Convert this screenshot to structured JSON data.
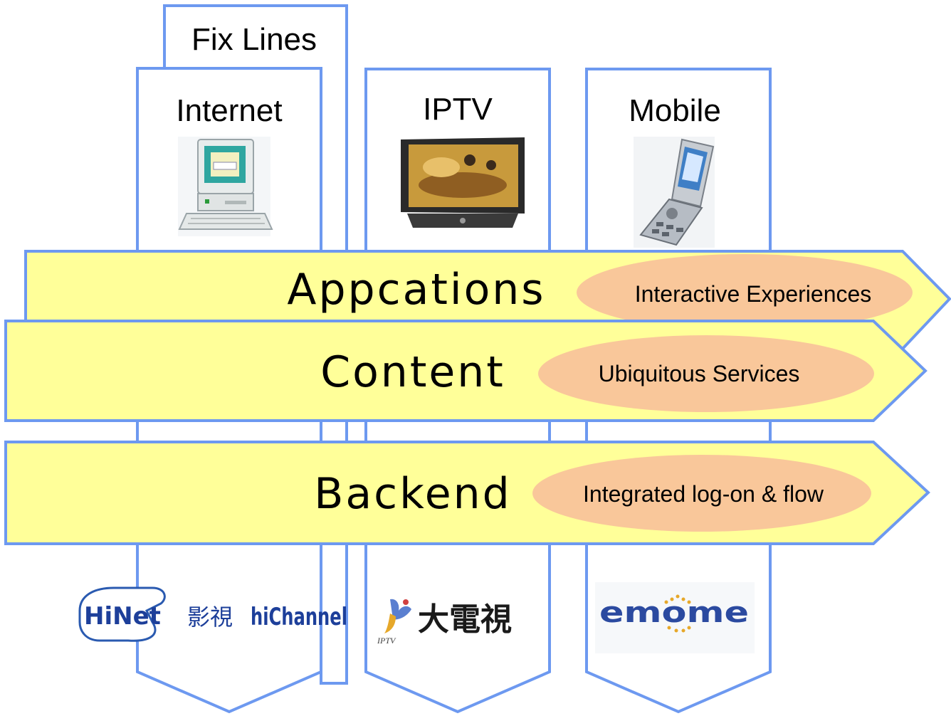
{
  "columns": {
    "fix_lines": "Fix Lines",
    "internet": "Internet",
    "iptv": "IPTV",
    "mobile": "Mobile"
  },
  "bands": {
    "applications": {
      "label": "Appcations",
      "badge": "Interactive Experiences"
    },
    "content": {
      "label": "Content",
      "badge": "Ubiquitous Services"
    },
    "backend": {
      "label": "Backend",
      "badge": "Integrated log-on & flow"
    }
  },
  "logos": {
    "hinet_main": "HiNet",
    "hinet_cjk": "影視",
    "hichannel": "hiChannel",
    "iptv_cjk": "大電視",
    "iptv_small": "IPTV",
    "emome": "emome"
  },
  "colors": {
    "column_border": "#6d99f0",
    "band_fill": "#ffff99",
    "badge_fill": "#f9c79a",
    "band_shadow": "#eeeeaa"
  },
  "icons": {
    "internet": "desktop-computer-icon",
    "iptv": "television-icon",
    "mobile": "flip-phone-icon"
  }
}
